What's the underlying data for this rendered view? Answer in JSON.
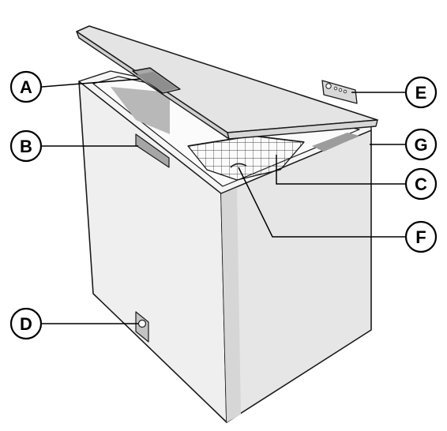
{
  "labels": {
    "a": "A",
    "b": "B",
    "c": "C",
    "d": "D",
    "e": "E",
    "f": "F",
    "g": "G"
  },
  "colors": {
    "body": "#efefef",
    "body_shadow": "#d9d9d9",
    "lid": "#e4e4e4",
    "lid_edge": "#cfcfcf",
    "inner_dark": "#b4b4b4",
    "outline": "#1a1a1a"
  }
}
